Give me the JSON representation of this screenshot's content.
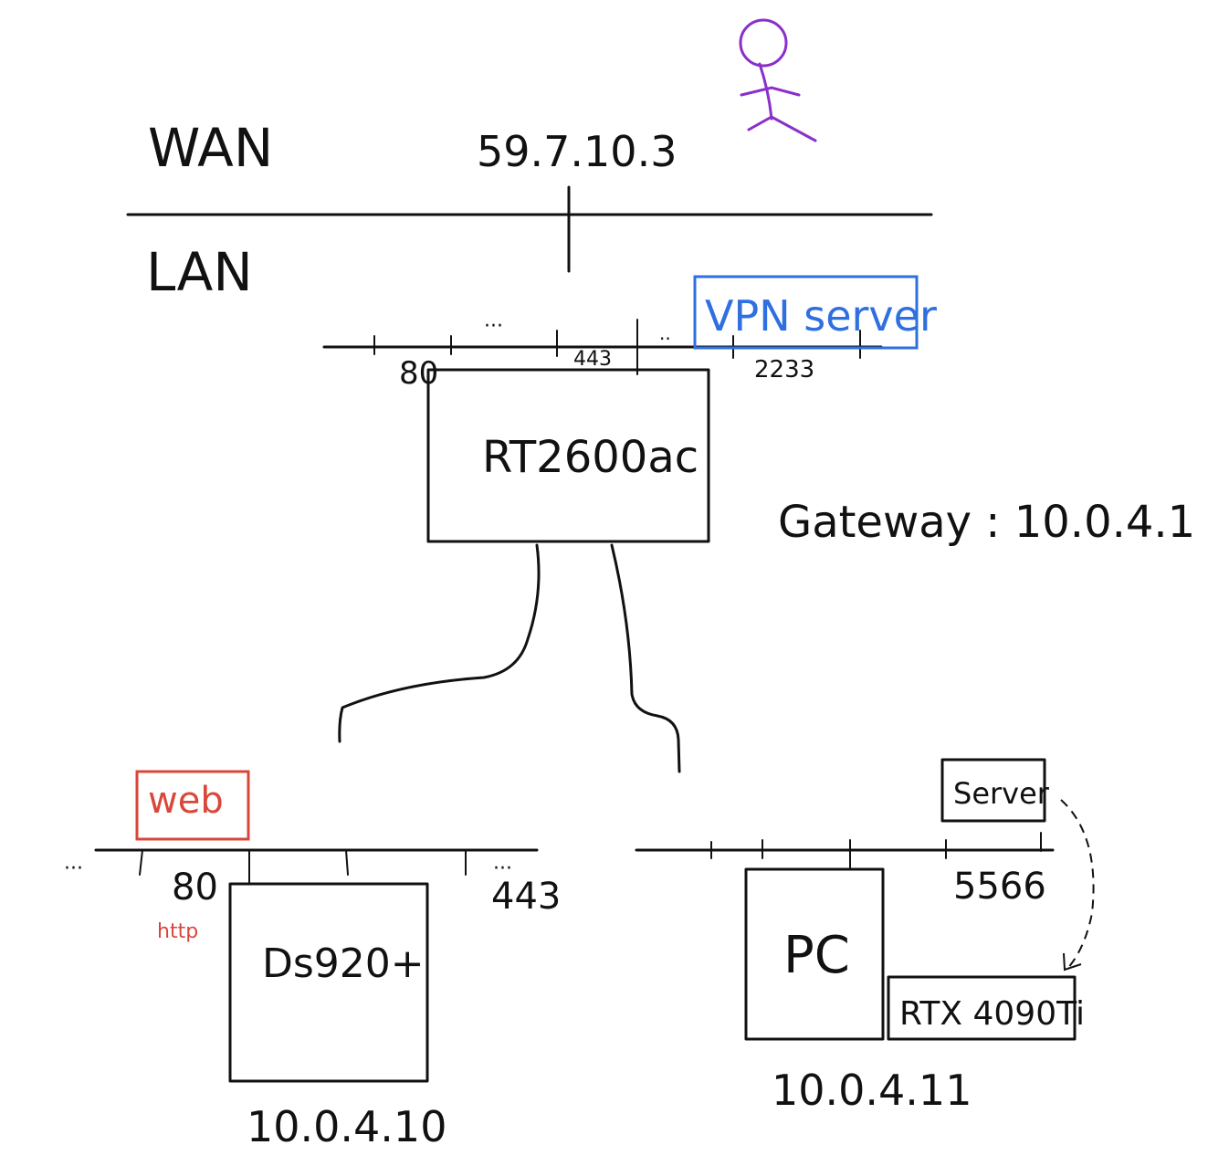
{
  "zones": {
    "wan": "WAN",
    "lan": "LAN"
  },
  "public_ip": "59.7.10.3",
  "router": {
    "name": "RT2600ac",
    "ports": {
      "p80": "80",
      "p443": "443",
      "p2233": "2233",
      "dots1": "···",
      "dots2": ".."
    },
    "vpn_label": "VPN server",
    "gateway": "Gateway : 10.0.4.1"
  },
  "nas": {
    "name": "Ds920+",
    "ip": "10.0.4.10",
    "web_label": "web",
    "http_label": "http",
    "ports": {
      "p80": "80",
      "p443": "443",
      "dots_left": "···",
      "dots_right": "···"
    }
  },
  "pc": {
    "name": "PC",
    "ip": "10.0.4.11",
    "port": "5566",
    "server_label": "Server",
    "gpu_label": "RTX 4090Ti"
  },
  "colors": {
    "ink": "#111111",
    "vpn": "#2f6fe0",
    "web": "#d9473a",
    "user": "#8a2fc9"
  },
  "icons": {
    "user": "person-icon"
  }
}
